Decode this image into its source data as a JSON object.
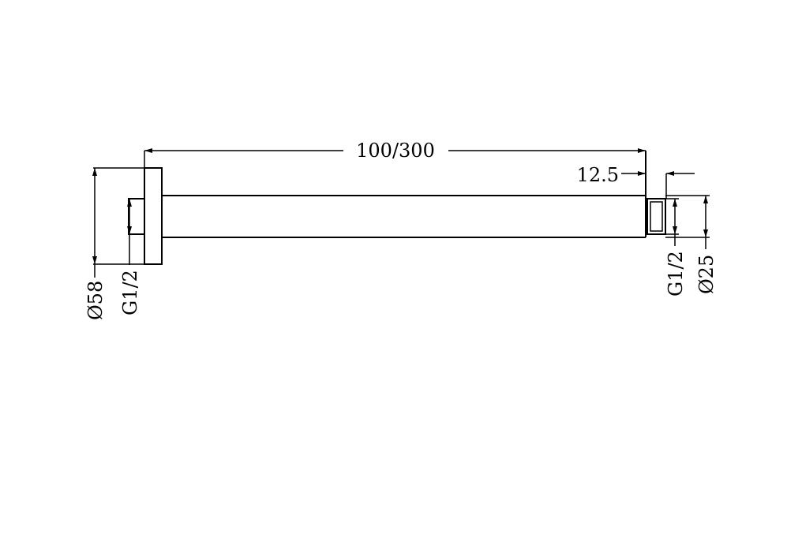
{
  "drawing": {
    "length_label": "100/300",
    "offset_label": "12.5",
    "flange_diameter_label": "Ø58",
    "inlet_thread_label": "G1/2",
    "outlet_thread_label": "G1/2",
    "arm_diameter_label": "Ø25",
    "line_color": "#000000",
    "background_color": "#ffffff"
  }
}
